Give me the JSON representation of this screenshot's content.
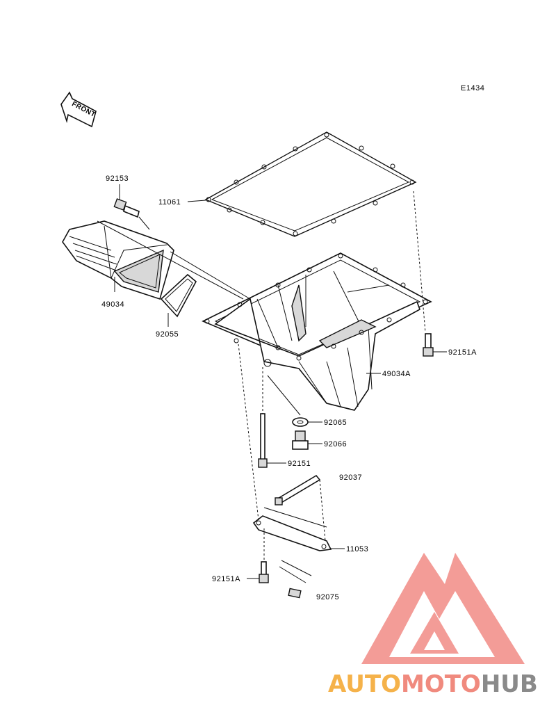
{
  "drawing_code": "E1434",
  "front_label": "FRONT",
  "parts": {
    "p92153": "92153",
    "p11061": "11061",
    "p49034": "49034",
    "p92055": "92055",
    "p92151A_top": "92151A",
    "p49034A": "49034A",
    "p92065": "92065",
    "p92066": "92066",
    "p92151": "92151",
    "p92037": "92037",
    "p11053": "11053",
    "p92151A_bottom": "92151A",
    "p92075": "92075"
  },
  "watermark": {
    "part1": "AUTO",
    "part2": "MOTO",
    "part3": "HUB",
    "color_auto": "#f5b24a",
    "color_moto": "#f08a7e",
    "color_hub": "#8a8a8a",
    "logo_color": "#f28b86"
  }
}
